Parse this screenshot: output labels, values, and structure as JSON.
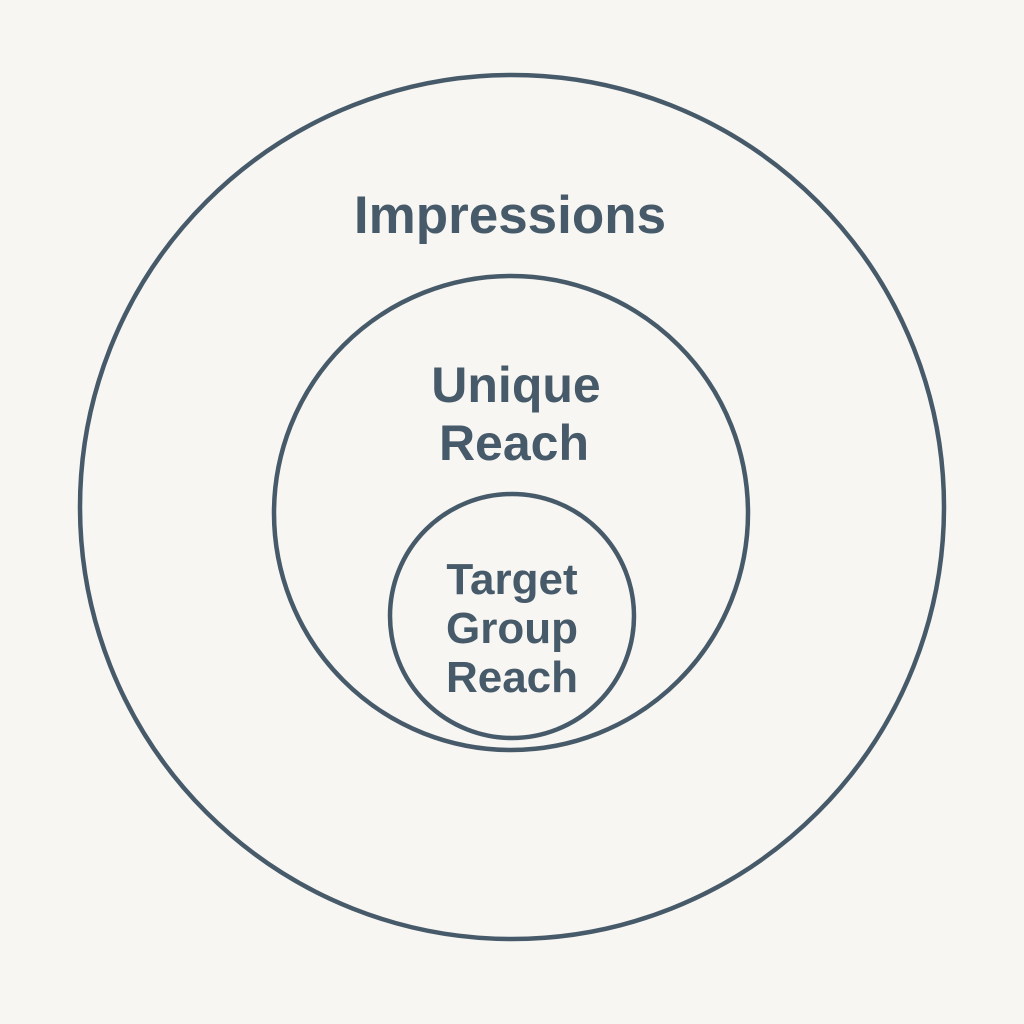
{
  "diagram": {
    "type": "nested-circles",
    "colors": {
      "stroke": "#475a69",
      "text": "#475a69",
      "background": "#f7f6f2"
    },
    "circles": [
      {
        "label_lines": [
          "Impressions"
        ]
      },
      {
        "label_lines": [
          "Unique",
          "Reach"
        ]
      },
      {
        "label_lines": [
          "Target",
          "Group",
          "Reach"
        ]
      }
    ]
  }
}
